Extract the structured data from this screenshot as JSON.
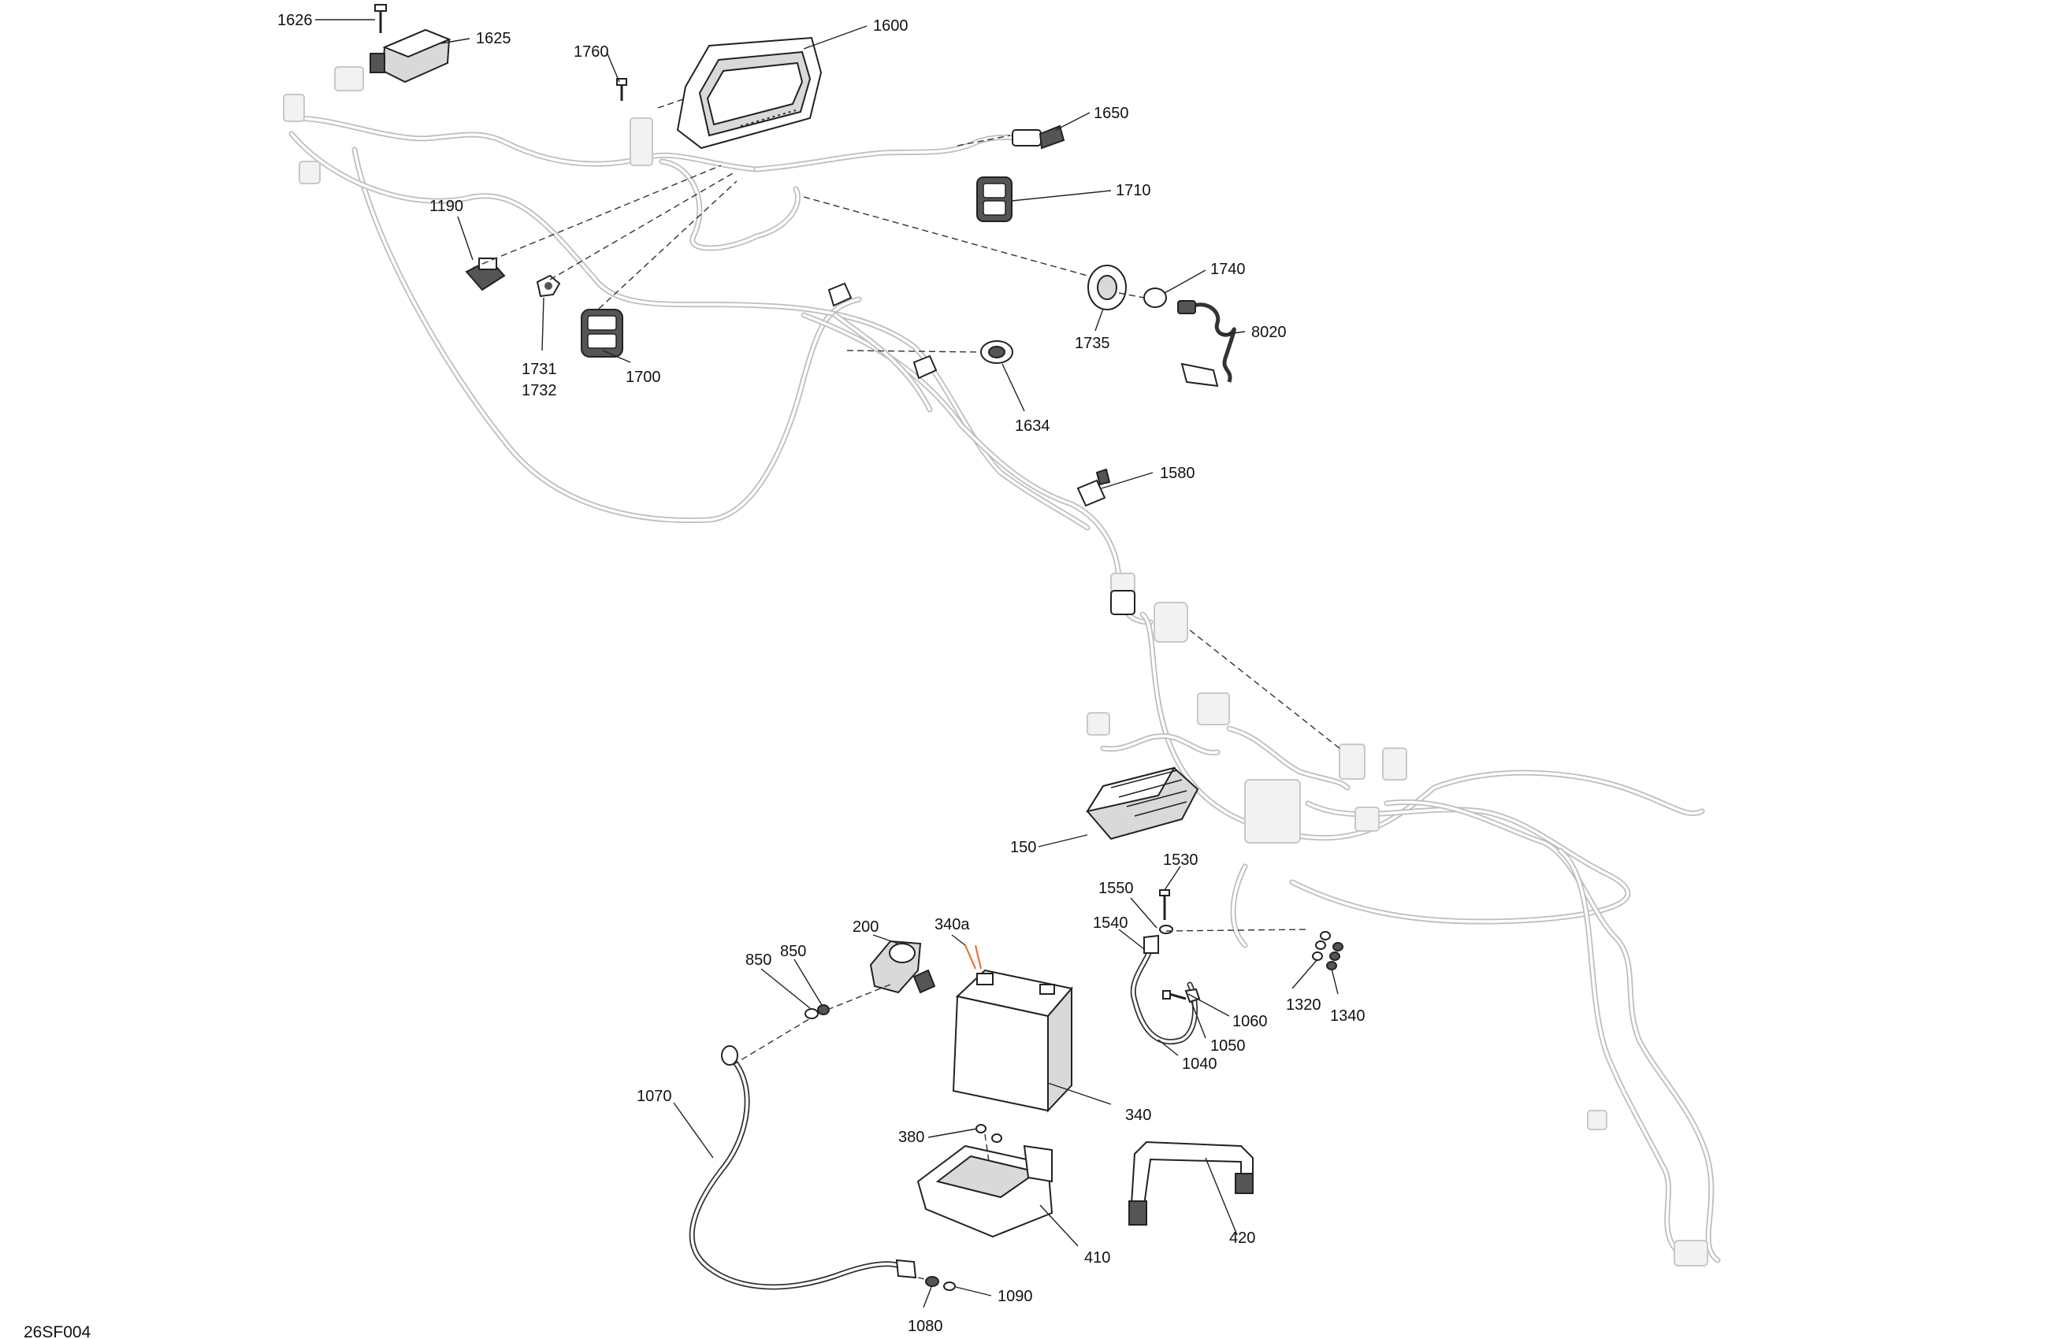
{
  "diagram": {
    "ref_code": "26SF004",
    "accent_color": "#e8733a",
    "callouts": [
      {
        "id": "c1626",
        "text": "1626"
      },
      {
        "id": "c1625",
        "text": "1625"
      },
      {
        "id": "c1760",
        "text": "1760"
      },
      {
        "id": "c1600",
        "text": "1600"
      },
      {
        "id": "c1650",
        "text": "1650"
      },
      {
        "id": "c1710",
        "text": "1710"
      },
      {
        "id": "c1190",
        "text": "1190"
      },
      {
        "id": "c1740",
        "text": "1740"
      },
      {
        "id": "c8020",
        "text": "8020"
      },
      {
        "id": "c1735",
        "text": "1735"
      },
      {
        "id": "c1731",
        "text": "1731"
      },
      {
        "id": "c1732",
        "text": "1732"
      },
      {
        "id": "c1700",
        "text": "1700"
      },
      {
        "id": "c1634",
        "text": "1634"
      },
      {
        "id": "c1580",
        "text": "1580"
      },
      {
        "id": "c150",
        "text": "150"
      },
      {
        "id": "c1530",
        "text": "1530"
      },
      {
        "id": "c1550",
        "text": "1550"
      },
      {
        "id": "c1540",
        "text": "1540"
      },
      {
        "id": "c200",
        "text": "200"
      },
      {
        "id": "c340a",
        "text": "340a"
      },
      {
        "id": "c850a",
        "text": "850"
      },
      {
        "id": "c850b",
        "text": "850"
      },
      {
        "id": "c1320",
        "text": "1320"
      },
      {
        "id": "c1340",
        "text": "1340"
      },
      {
        "id": "c1060",
        "text": "1060"
      },
      {
        "id": "c1050",
        "text": "1050"
      },
      {
        "id": "c1040",
        "text": "1040"
      },
      {
        "id": "c1070",
        "text": "1070"
      },
      {
        "id": "c340",
        "text": "340"
      },
      {
        "id": "c380",
        "text": "380"
      },
      {
        "id": "c410",
        "text": "410"
      },
      {
        "id": "c420",
        "text": "420"
      },
      {
        "id": "c1090",
        "text": "1090"
      },
      {
        "id": "c1080",
        "text": "1080"
      }
    ]
  }
}
